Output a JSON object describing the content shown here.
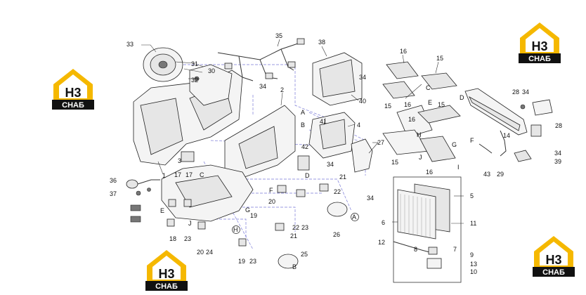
{
  "callouts": [
    "33",
    "31",
    "30",
    "32",
    "35",
    "38",
    "34",
    "40",
    "2",
    "34",
    "41",
    "A",
    "B",
    "4",
    "1",
    "3",
    "42",
    "C",
    "34",
    "27",
    "D",
    "21",
    "36",
    "37",
    "17",
    "17",
    "E",
    "F",
    "20",
    "22",
    "G",
    "19",
    "22",
    "23",
    "21",
    "26",
    "A",
    "J",
    "18",
    "23",
    "20",
    "24",
    "H",
    "19",
    "23",
    "25",
    "B",
    "34",
    "16",
    "15",
    "C",
    "E",
    "D",
    "15",
    "16",
    "15",
    "H",
    "F",
    "G",
    "J",
    "16",
    "15",
    "16",
    "I",
    "28",
    "34",
    "14",
    "28",
    "34",
    "43",
    "29",
    "39",
    "5",
    "6",
    "11",
    "12",
    "8",
    "7",
    "9",
    "13",
    "10"
  ],
  "logos": {
    "mark": "H3",
    "subtext": "CHAБ",
    "color": "#f5b800"
  }
}
